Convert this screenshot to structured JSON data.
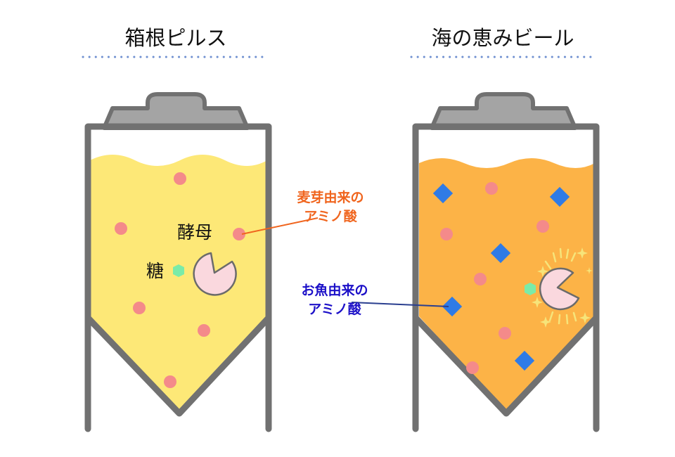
{
  "left_panel": {
    "title": "箱根ピルス",
    "yeast_label": "酵母",
    "sugar_label": "糖",
    "liquid_color": "#FDE877"
  },
  "right_panel": {
    "title": "海の恵みビール",
    "liquid_color": "#FCB347"
  },
  "callouts": {
    "malt_amino": {
      "line1": "麦芽由来の",
      "line2": "アミノ酸",
      "color": "#F0651E"
    },
    "fish_amino": {
      "line1": "お魚由来の",
      "line2": "アミノ酸",
      "color": "#1C10C8"
    }
  },
  "colors": {
    "tank_frame": "#717171",
    "tank_lid": "#A4A4A4",
    "amino_malt_dot": "#F48A8A",
    "amino_fish_diamond": "#2F7BE6",
    "sugar": "#7BEBA8",
    "yeast": "#FAD8DE",
    "title_underline": "#6E8FD0",
    "sparkle": "#F6E47A"
  },
  "icons": {
    "yeast": "pacman-yeast-icon",
    "sugar": "hexagon-sugar-icon",
    "malt_amino": "circle-dot-icon",
    "fish_amino": "diamond-icon",
    "sparkle": "sparkle-icon"
  }
}
